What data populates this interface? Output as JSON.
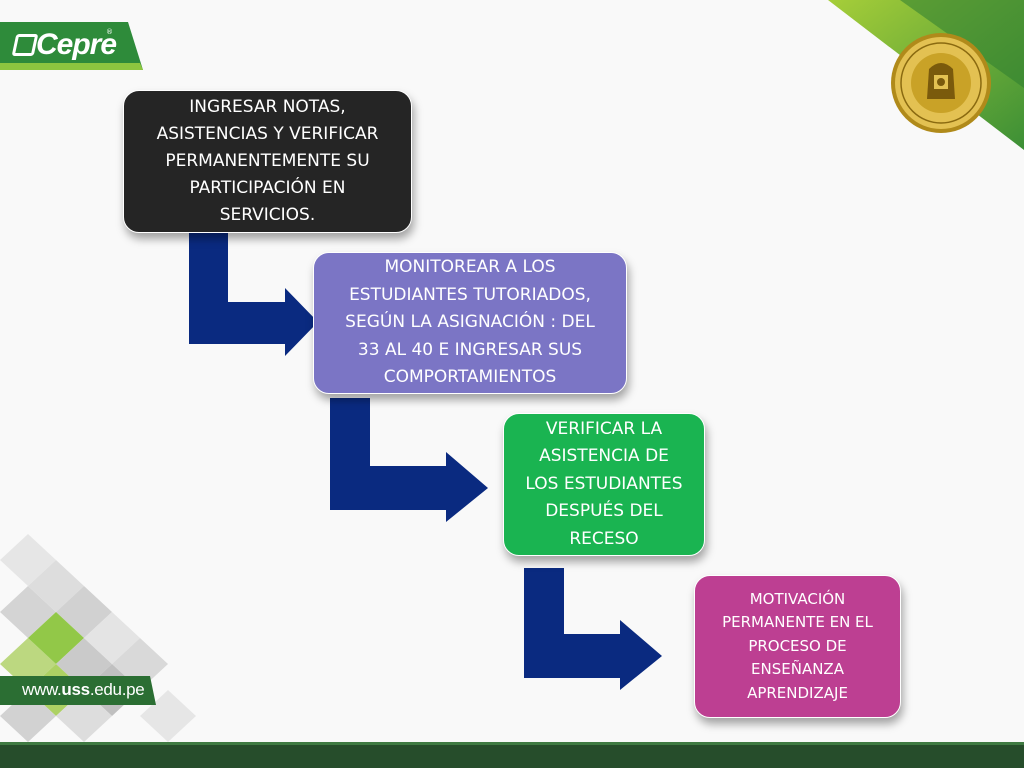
{
  "brand": {
    "logo_text": "Cepre",
    "logo_mark": "®",
    "website_prefix": "www.",
    "website_bold": "uss",
    "website_suffix": ".edu.pe",
    "seal_icon": "university-seal-icon",
    "colors": {
      "green_dark": "#2e7d32",
      "green_light": "#8dc63f",
      "footer": "#264d2b",
      "gold": "#c9a227"
    }
  },
  "steps": [
    {
      "lines": [
        "INGRESAR NOTAS,",
        "ASISTENCIAS Y VERIFICAR",
        "PERMANENTEMENTE SU",
        "PARTICIPACIÓN EN",
        "SERVICIOS."
      ],
      "color": "#252525"
    },
    {
      "lines": [
        "MONITOREAR A LOS",
        "ESTUDIANTES TUTORIADOS,",
        "SEGÚN LA ASIGNACIÓN : DEL",
        "33 AL 40  E INGRESAR SUS",
        "COMPORTAMIENTOS"
      ],
      "color": "#7b75c5"
    },
    {
      "lines": [
        "VERIFICAR LA",
        "ASISTENCIA DE",
        "LOS ESTUDIANTES",
        "DESPUÉS DEL",
        "RECESO"
      ],
      "color": "#1ab451"
    },
    {
      "lines": [
        "MOTIVACIÓN",
        "PERMANENTE  EN EL",
        "PROCESO DE",
        "ENSEÑANZA",
        "APRENDIZAJE"
      ],
      "color": "#bd3f92"
    }
  ],
  "connectors": {
    "icon": "bent-arrow-icon",
    "color": "#0a2a80"
  }
}
